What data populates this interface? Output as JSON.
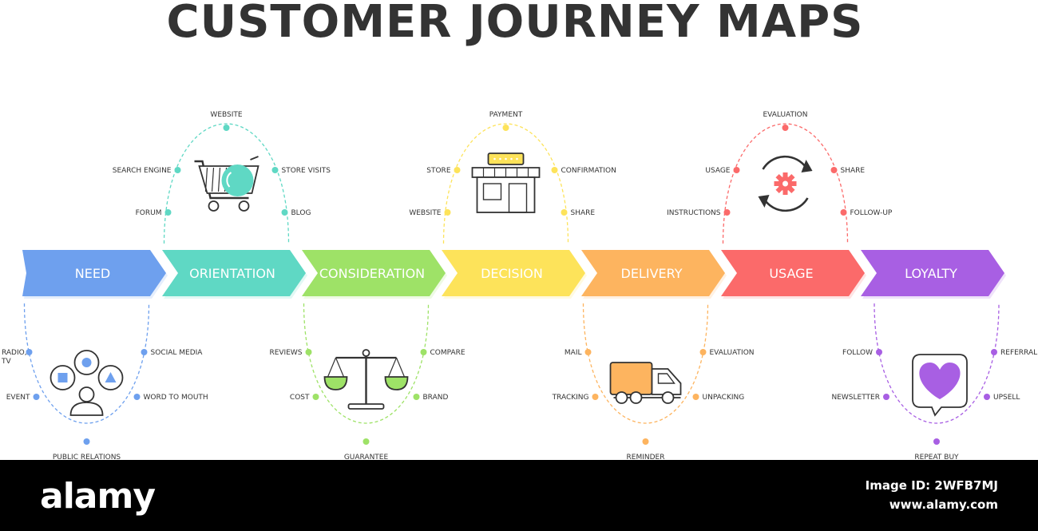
{
  "title": "CUSTOMER JOURNEY MAPS",
  "stages": [
    {
      "label": "NEED",
      "color": "#6ea0ee",
      "icon": "people-shapes-icon",
      "touchpoints": [
        "RADIO,\nTV",
        "EVENT",
        "PUBLIC RELATIONS",
        "WORD TO MOUTH",
        "SOCIAL MEDIA"
      ]
    },
    {
      "label": "ORIENTATION",
      "color": "#5fd8c4",
      "icon": "shopping-cart-icon",
      "touchpoints": [
        "FORUM",
        "SEARCH ENGINE",
        "WEBSITE",
        "STORE VISITS",
        "BLOG"
      ]
    },
    {
      "label": "CONSIDERATION",
      "color": "#9ee267",
      "icon": "balance-scale-icon",
      "touchpoints": [
        "REVIEWS",
        "COST",
        "GUARANTEE",
        "BRAND",
        "COMPARE"
      ]
    },
    {
      "label": "DECISION",
      "color": "#fde35a",
      "icon": "storefront-icon",
      "touchpoints": [
        "WEBSITE",
        "STORE",
        "PAYMENT",
        "CONFIRMATION",
        "SHARE"
      ]
    },
    {
      "label": "DELIVERY",
      "color": "#fdb45f",
      "icon": "delivery-truck-icon",
      "touchpoints": [
        "MAIL",
        "TRACKING",
        "REMINDER",
        "UNPACKING",
        "EVALUATION"
      ]
    },
    {
      "label": "USAGE",
      "color": "#fb6a6a",
      "icon": "cycle-gear-icon",
      "touchpoints": [
        "INSTRUCTIONS",
        "USAGE",
        "EVALUATION",
        "SHARE",
        "FOLLOW-UP"
      ]
    },
    {
      "label": "LOYALTY",
      "color": "#a85fe3",
      "icon": "heart-chat-icon",
      "touchpoints": [
        "FOLLOW",
        "NEWSLETTER",
        "REPEAT BUY",
        "UPSELL",
        "REFERRAL"
      ]
    }
  ],
  "watermark": {
    "logo": "alamy",
    "image_id": "Image ID: 2WFB7MJ",
    "url": "www.alamy.com"
  }
}
